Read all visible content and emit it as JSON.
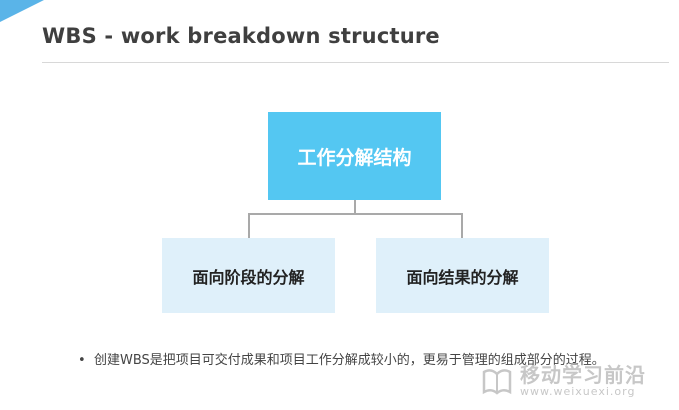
{
  "header": {
    "title": "WBS - work breakdown structure"
  },
  "diagram": {
    "root": "工作分解结构",
    "children": [
      "面向阶段的分解",
      "面向结果的分解"
    ]
  },
  "bullets": [
    "创建WBS是把项目可交付成果和项目工作分解成较小的，更易于管理的组成部分的过程。"
  ],
  "bullet_marker": "•",
  "watermark": {
    "name": "移动学习前沿",
    "url": "www.weixuexi.org"
  },
  "colors": {
    "accent": "#5ab4e8",
    "root_box": "#54c7f2",
    "child_box": "#dff0fa",
    "connector": "#a9a9a9"
  }
}
